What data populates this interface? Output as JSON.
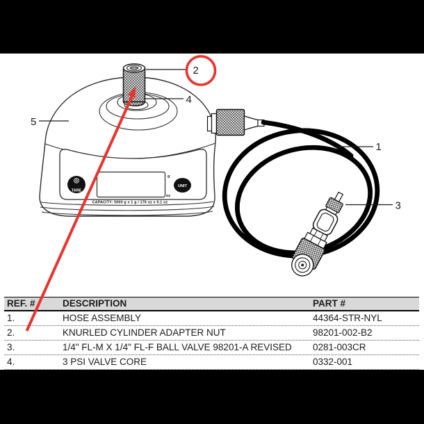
{
  "diagram": {
    "highlight_color": "#e8332e",
    "callouts": {
      "c1": "1",
      "c2": "2",
      "c3": "3",
      "c4": "4",
      "c5": "5"
    },
    "scale": {
      "tare_label": "TARE",
      "unit_label": "UNIT",
      "display_unit_top": "g",
      "display_unit_bottom": "oz",
      "capacity_text": "CAPACITY: 5000 g x 1 g / 176 oz x 0.1 oz"
    }
  },
  "table": {
    "headers": {
      "ref": "REF. #",
      "description": "DESCRIPTION",
      "part": "PART #"
    },
    "rows": [
      {
        "ref": "1.",
        "description": "HOSE ASSEMBLY",
        "part": "44364-STR-NYL"
      },
      {
        "ref": "2.",
        "description": "KNURLED CYLINDER ADAPTER NUT",
        "part": "98201-002-B2"
      },
      {
        "ref": "3.",
        "description": "1/4\" FL-M X 1/4\" FL-F BALL VALVE 98201-A REVISED",
        "part": "0281-003CR"
      },
      {
        "ref": "4.",
        "description": "3 PSI VALVE CORE",
        "part": "0332-001"
      }
    ]
  }
}
